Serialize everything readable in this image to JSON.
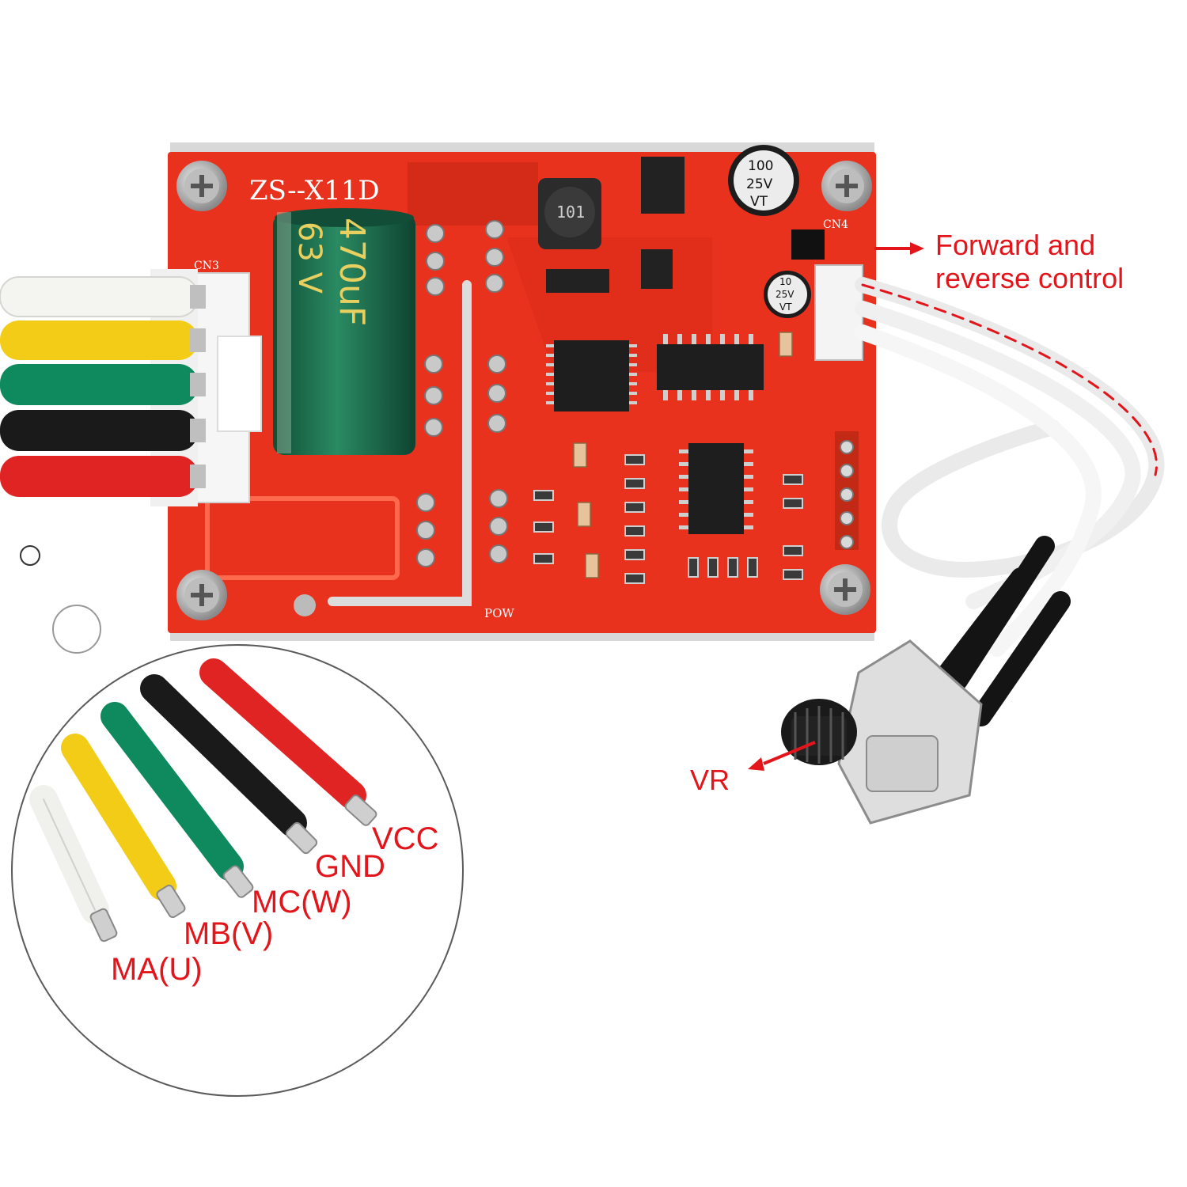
{
  "labels": {
    "forward_reverse_line1": "Forward and",
    "forward_reverse_line2": "reverse control",
    "vr": "VR",
    "vcc": "VCC",
    "gnd": "GND",
    "mc": "MC(W)",
    "mb": "MB(V)",
    "ma": "MA(U)"
  },
  "board": {
    "model": "ZS--X11D",
    "connector_left": "CN3",
    "connector_right": "CN4",
    "inductor_code": "101",
    "big_capacitor": {
      "line1": "470uF",
      "line2": "63 V"
    },
    "small_capacitor_top": {
      "line1": "100",
      "line2": "25V",
      "line3": "VT"
    },
    "small_capacitor_mid": {
      "line1": "10",
      "line2": "25V",
      "line3": "VT"
    },
    "pow": "POW"
  },
  "colors": {
    "callout_text": "#e3151b",
    "pcb": "#e8321e",
    "wire_white": "#f4f4f0",
    "wire_yellow": "#f2cc17",
    "wire_green": "#0f8a5f",
    "wire_black": "#1a1a1a",
    "wire_red": "#e02424",
    "capacitor": "#1b6a4a"
  }
}
